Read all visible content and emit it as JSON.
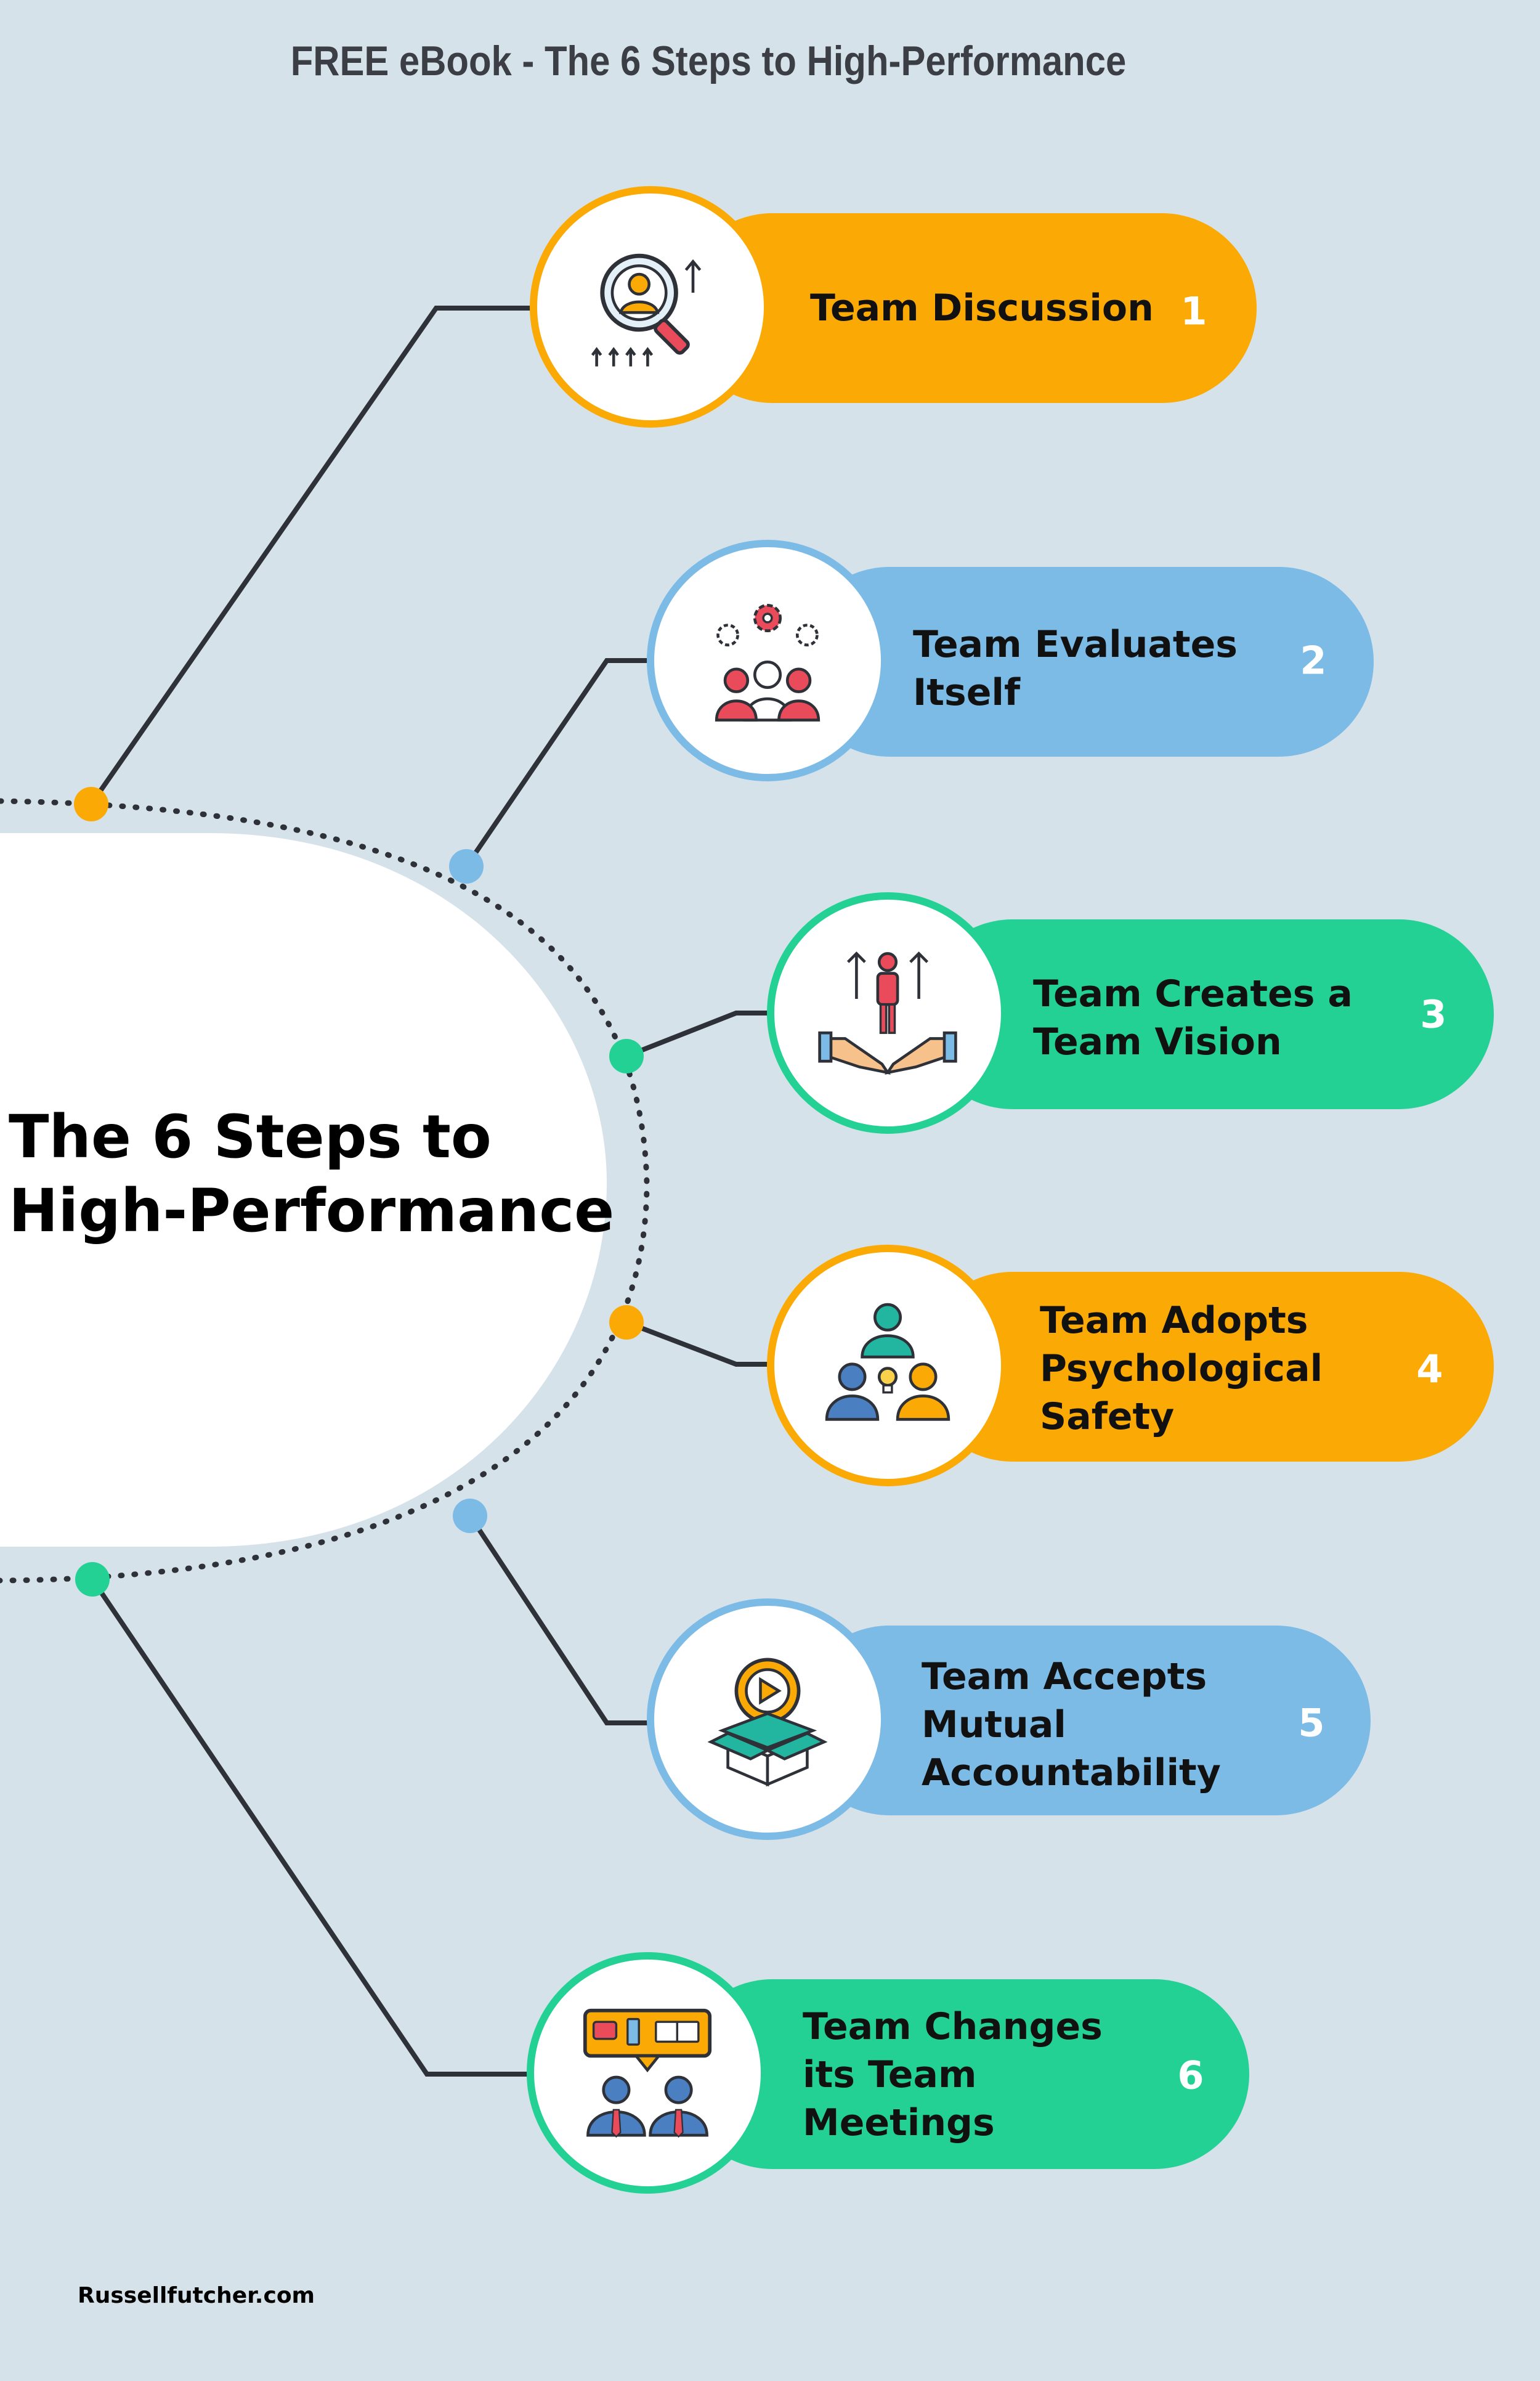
{
  "header": {
    "title": "FREE eBook - The 6 Steps to High-Performance"
  },
  "center": {
    "title": "The 6 Steps to\nHigh-Performance"
  },
  "colors": {
    "orange": "#fbaa05",
    "blue": "#7dbbe7",
    "green": "#22d193",
    "line": "#2e3138",
    "background": "#d6e2e9"
  },
  "steps": [
    {
      "number": "1",
      "label": "Team Discussion",
      "color": "#fbaa05",
      "icon": "magnifier-person-icon"
    },
    {
      "number": "2",
      "label": "Team Evaluates\nItself",
      "color": "#7dbbe7",
      "icon": "team-gears-icon"
    },
    {
      "number": "3",
      "label": "Team Creates a\nTeam Vision",
      "color": "#22d193",
      "icon": "hands-person-icon"
    },
    {
      "number": "4",
      "label": "Team Adopts\nPsychological\nSafety",
      "color": "#fbaa05",
      "icon": "team-idea-icon"
    },
    {
      "number": "5",
      "label": "Team Accepts\nMutual\nAccountability",
      "color": "#7dbbe7",
      "icon": "video-box-icon"
    },
    {
      "number": "6",
      "label": "Team Changes\nits Team\nMeetings",
      "color": "#22d193",
      "icon": "meeting-chat-icon"
    }
  ],
  "footer": {
    "credit": "Russellfutcher.com"
  }
}
